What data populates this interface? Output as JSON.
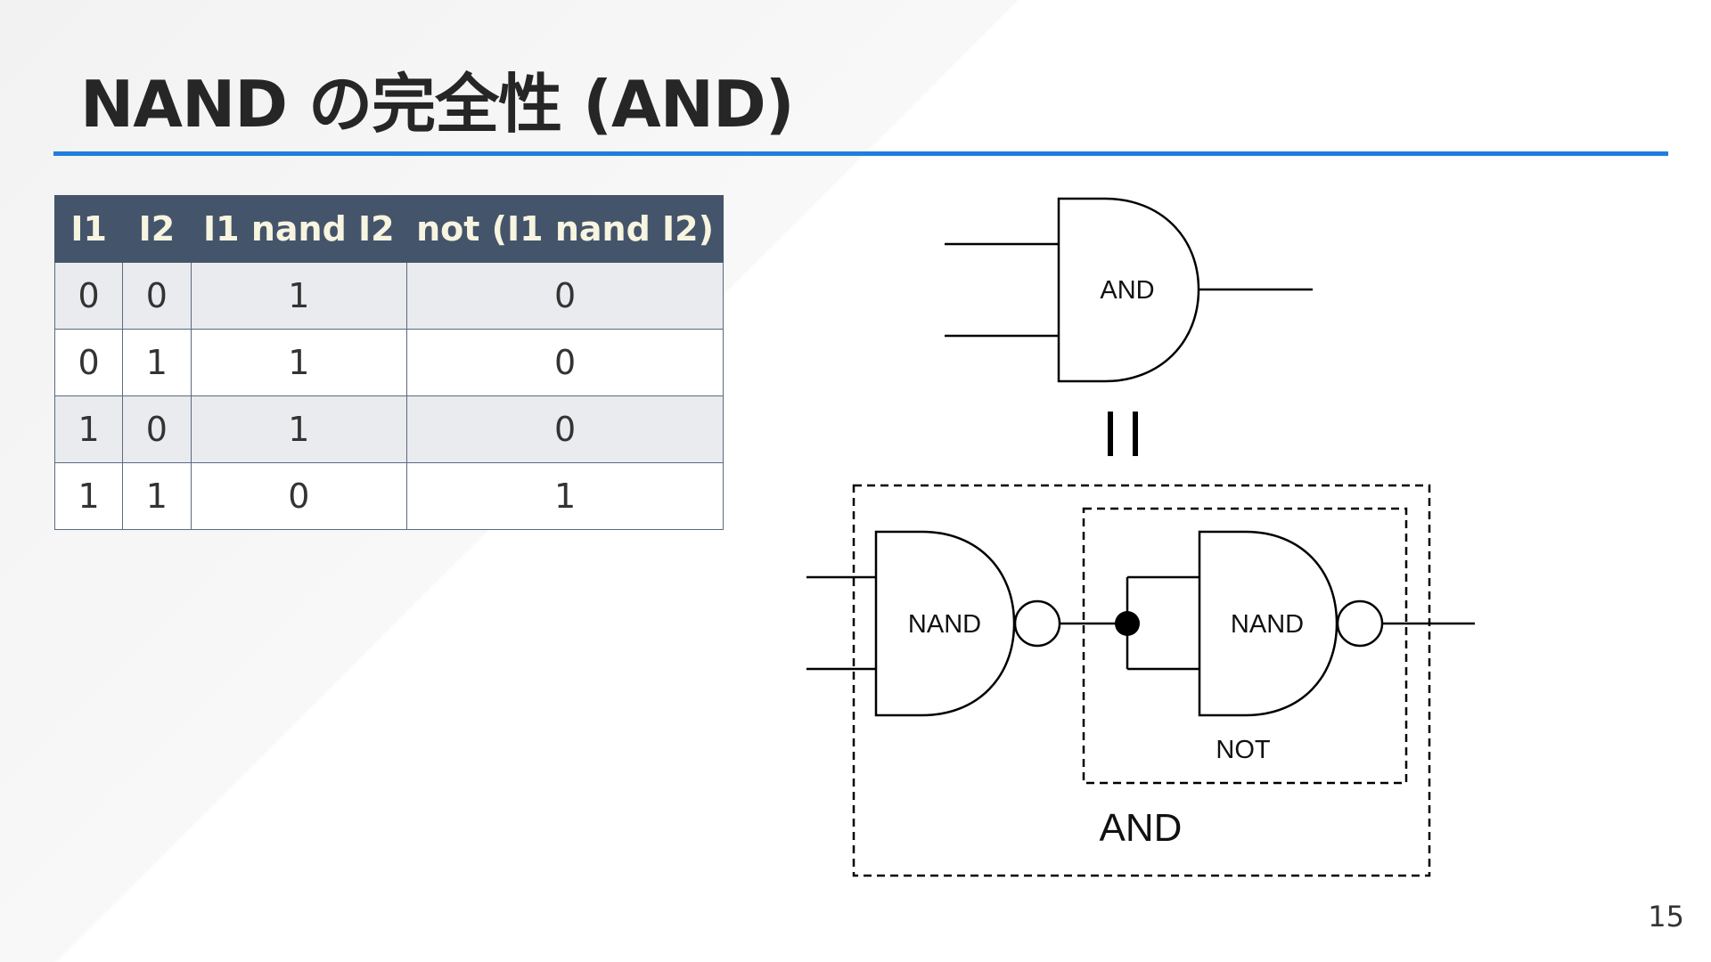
{
  "slide": {
    "title": "NAND の完全性 (AND)",
    "page_number": "15"
  },
  "truth_table": {
    "headers": [
      "I1",
      "I2",
      "I1 nand I2",
      "not (I1 nand I2)"
    ],
    "rows": [
      [
        "0",
        "0",
        "1",
        "0"
      ],
      [
        "0",
        "1",
        "1",
        "0"
      ],
      [
        "1",
        "0",
        "1",
        "0"
      ],
      [
        "1",
        "1",
        "0",
        "1"
      ]
    ]
  },
  "diagram": {
    "top_gate_label": "AND",
    "equals_symbol": "=",
    "first_nand_label": "NAND",
    "second_nand_label": "NAND",
    "not_box_label": "NOT",
    "and_box_label": "AND"
  }
}
